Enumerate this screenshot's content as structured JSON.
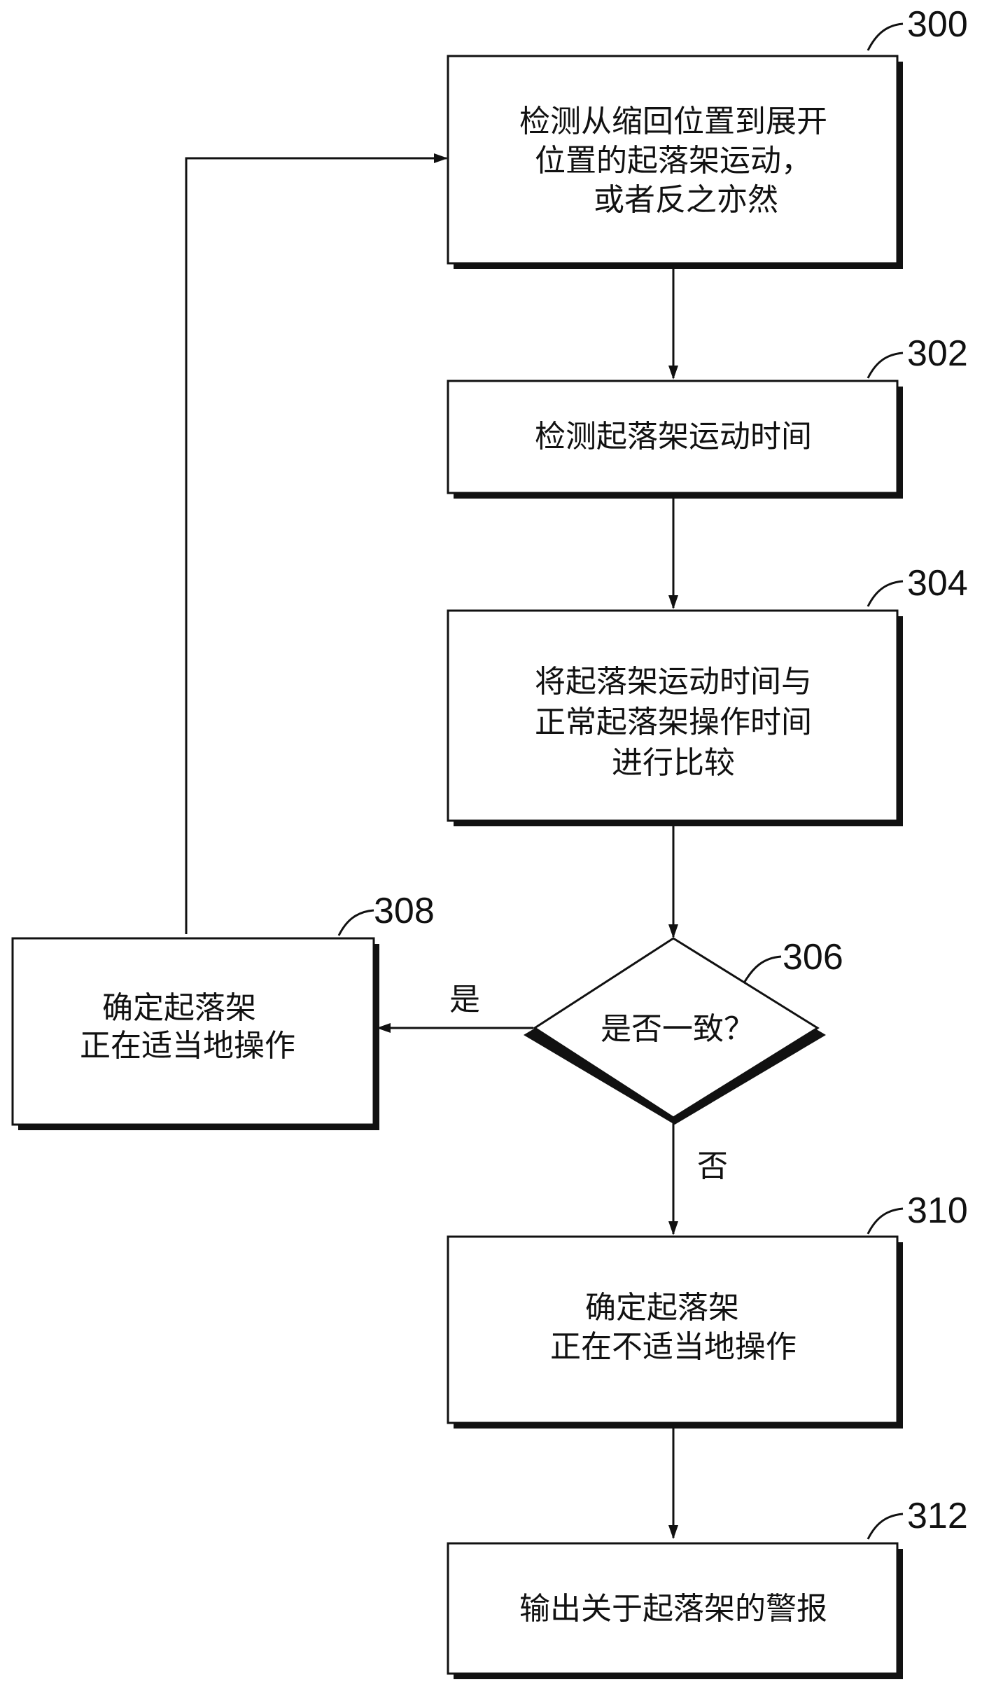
{
  "steps": {
    "s300": {
      "ref": "300",
      "lines": [
        "检测从缩回位置到展开",
        "位置的起落架运动，",
        "或者反之亦然"
      ]
    },
    "s302": {
      "ref": "302",
      "lines": [
        "检测起落架运动时间"
      ]
    },
    "s304": {
      "ref": "304",
      "lines": [
        "将起落架运动时间与",
        "正常起落架操作时间",
        "进行比较"
      ]
    },
    "s306": {
      "ref": "306",
      "lines": [
        "是否一致？"
      ]
    },
    "s308": {
      "ref": "308",
      "lines": [
        "确定起落架",
        "正在适当地操作"
      ]
    },
    "s310": {
      "ref": "310",
      "lines": [
        "确定起落架",
        "正在不适当地操作"
      ]
    },
    "s312": {
      "ref": "312",
      "lines": [
        "输出关于起落架的警报"
      ]
    }
  },
  "branches": {
    "yes": "是",
    "no": "否"
  }
}
